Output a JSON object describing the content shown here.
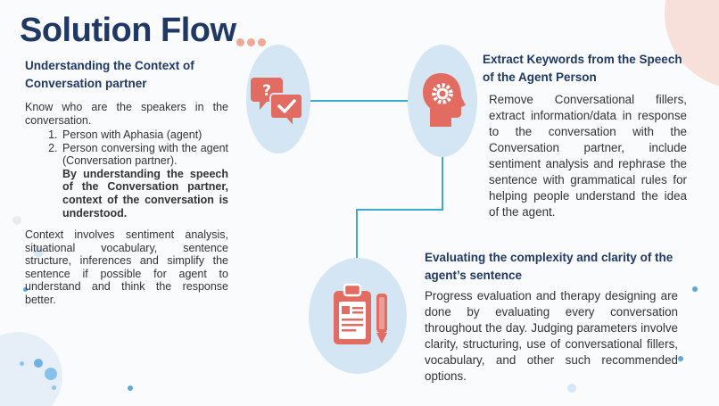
{
  "slide": {
    "title": "Solution Flow",
    "left": {
      "heading": "Understanding the Context of Conversation partner",
      "intro": "Know who are the speakers in the conversation.",
      "items": [
        {
          "label": "Person with Aphasia (agent)"
        },
        {
          "label": "Person conversing with the agent (Conversation partner).",
          "bold": "By understanding the speech of the Conversation partner, context of the conversation is understood."
        }
      ],
      "context": "Context involves sentiment analysis, situational vocabulary, sentence structure, inferences and simplify the sentence if possible for agent to understand and think the response better."
    },
    "extract": {
      "heading": "Extract Keywords from the Speech of the Agent Person",
      "body": "Remove Conversational fillers, extract information/data in response to the conversation with the Conversation partner, include sentiment analysis and rephrase the sentence with grammatical rules for helping people understand the idea of the agent."
    },
    "evaluate": {
      "heading": "Evaluating the complexity and clarity of the agent’s sentence",
      "body": "Progress evaluation and therapy designing are done by evaluating every conversation throughout the day. Judging parameters involve clarity, structuring, use of conversational fillers, vocabulary, and other such recommended options."
    },
    "icons": [
      "speech-bubbles-icon",
      "head-gear-icon",
      "clipboard-pencil-icon"
    ],
    "colors": {
      "title": "#1f3864",
      "icon": "#e26b62",
      "circle": "#d4e6f3",
      "connector": "#3fa9c8"
    }
  }
}
